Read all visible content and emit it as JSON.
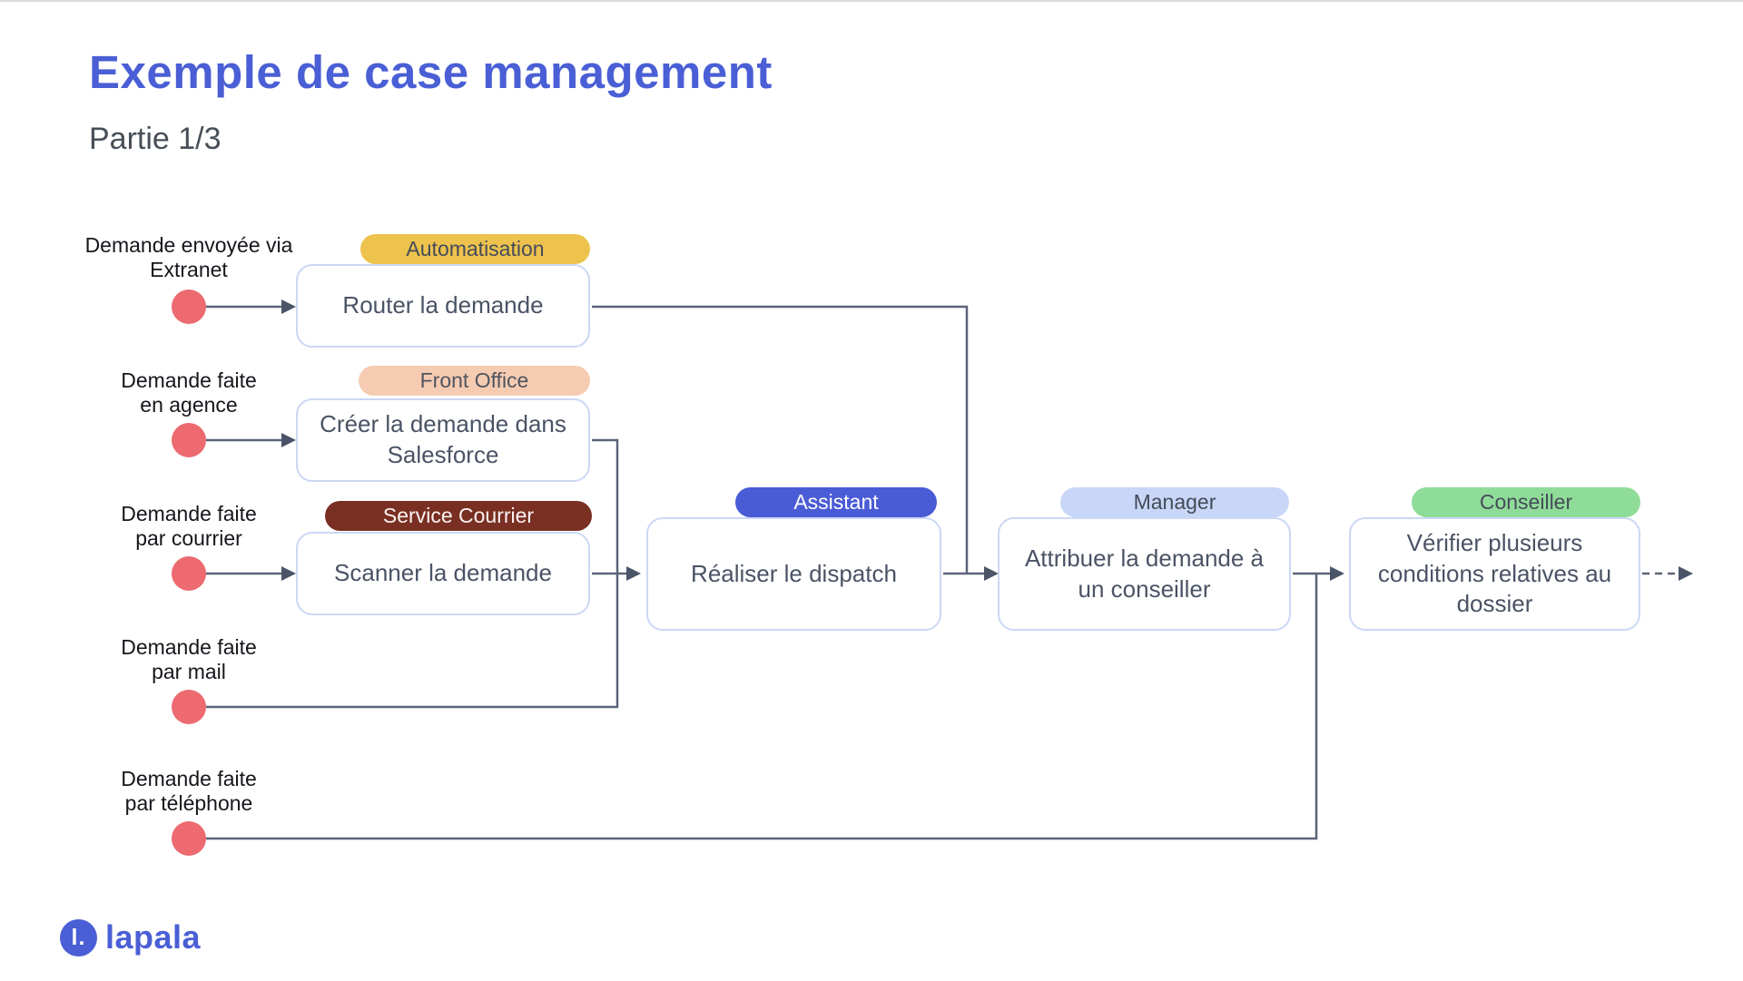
{
  "header": {
    "title": "Exemple de case management",
    "subtitle": "Partie 1/3"
  },
  "colors": {
    "title_accent": "#4A5FD5",
    "subtitle_text": "#474E57",
    "start_event": "#EC6A70",
    "connector": "#5A6478",
    "box_border": "#CBD8F5",
    "box_text": "#4A5365",
    "label_text": "#15171C"
  },
  "start_events": [
    {
      "label": "Demande envoyée via Extranet"
    },
    {
      "label": "Demande faite en agence"
    },
    {
      "label": "Demande faite par courrier"
    },
    {
      "label": "Demande faite par mail"
    },
    {
      "label": "Demande faite par téléphone"
    }
  ],
  "nodes": [
    {
      "tag": "Automatisation",
      "tag_bg": "#EDC24D",
      "tag_fg": "#454C59",
      "title": "Router la demande"
    },
    {
      "tag": "Front Office",
      "tag_bg": "#F5CBB1",
      "tag_fg": "#4F5560",
      "title": "Créer la demande dans Salesforce"
    },
    {
      "tag": "Service Courrier",
      "tag_bg": "#7A2F23",
      "tag_fg": "#FBF4F2",
      "title": "Scanner la demande"
    },
    {
      "tag": "Assistant",
      "tag_bg": "#4A5BD6",
      "tag_fg": "#FFFFFF",
      "title": "Réaliser le dispatch"
    },
    {
      "tag": "Manager",
      "tag_bg": "#C8D7F8",
      "tag_fg": "#454C59",
      "title": "Attribuer la demande à un conseiller"
    },
    {
      "tag": "Conseiller",
      "tag_bg": "#8FDC99",
      "tag_fg": "#454C59",
      "title": "Vérifier plusieurs conditions relatives au dossier"
    }
  ],
  "logo": {
    "mark": "l.",
    "text": "lapala"
  }
}
